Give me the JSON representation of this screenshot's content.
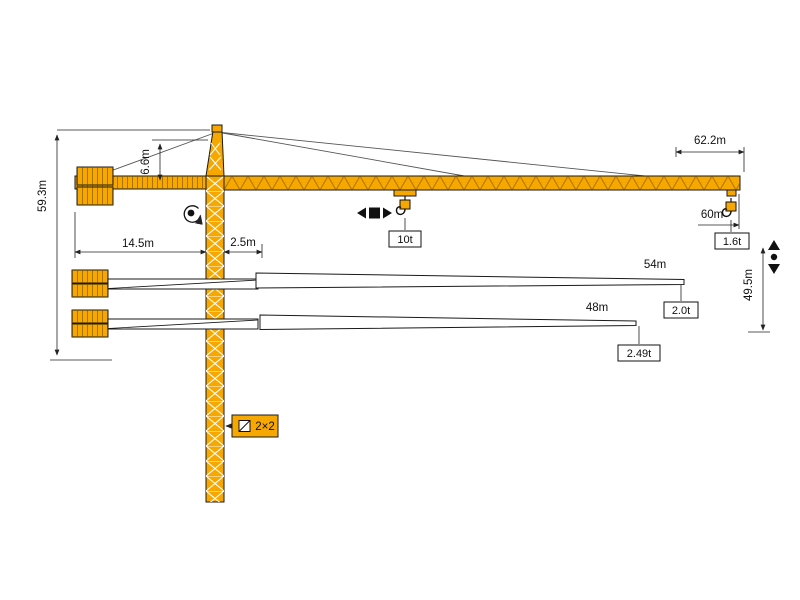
{
  "diagram": {
    "type": "tower-crane-dimension-diagram",
    "colors": {
      "crane": "#F6A800",
      "outline": "#1a1a1a",
      "dimension": "#222222",
      "background": "#ffffff"
    },
    "labels": {
      "total_height": "59.3m",
      "head_height": "6.6m",
      "counterjib_length": "14.5m",
      "mast_offset": "2.5m",
      "jib_full_length": "62.2m",
      "jib_60": "60m",
      "hoist_height": "49.5m",
      "jib_54": "54m",
      "jib_48": "48m",
      "cap_max": "10t",
      "cap_62": "1.6t",
      "cap_54": "2.0t",
      "cap_48": "2.49t",
      "mast_section": "2×2"
    },
    "icons": {
      "slew": "rotation-icon",
      "trolley": "trolley-travel-icon",
      "hoist": "hook-travel-icon",
      "section": "mast-section-icon"
    }
  }
}
